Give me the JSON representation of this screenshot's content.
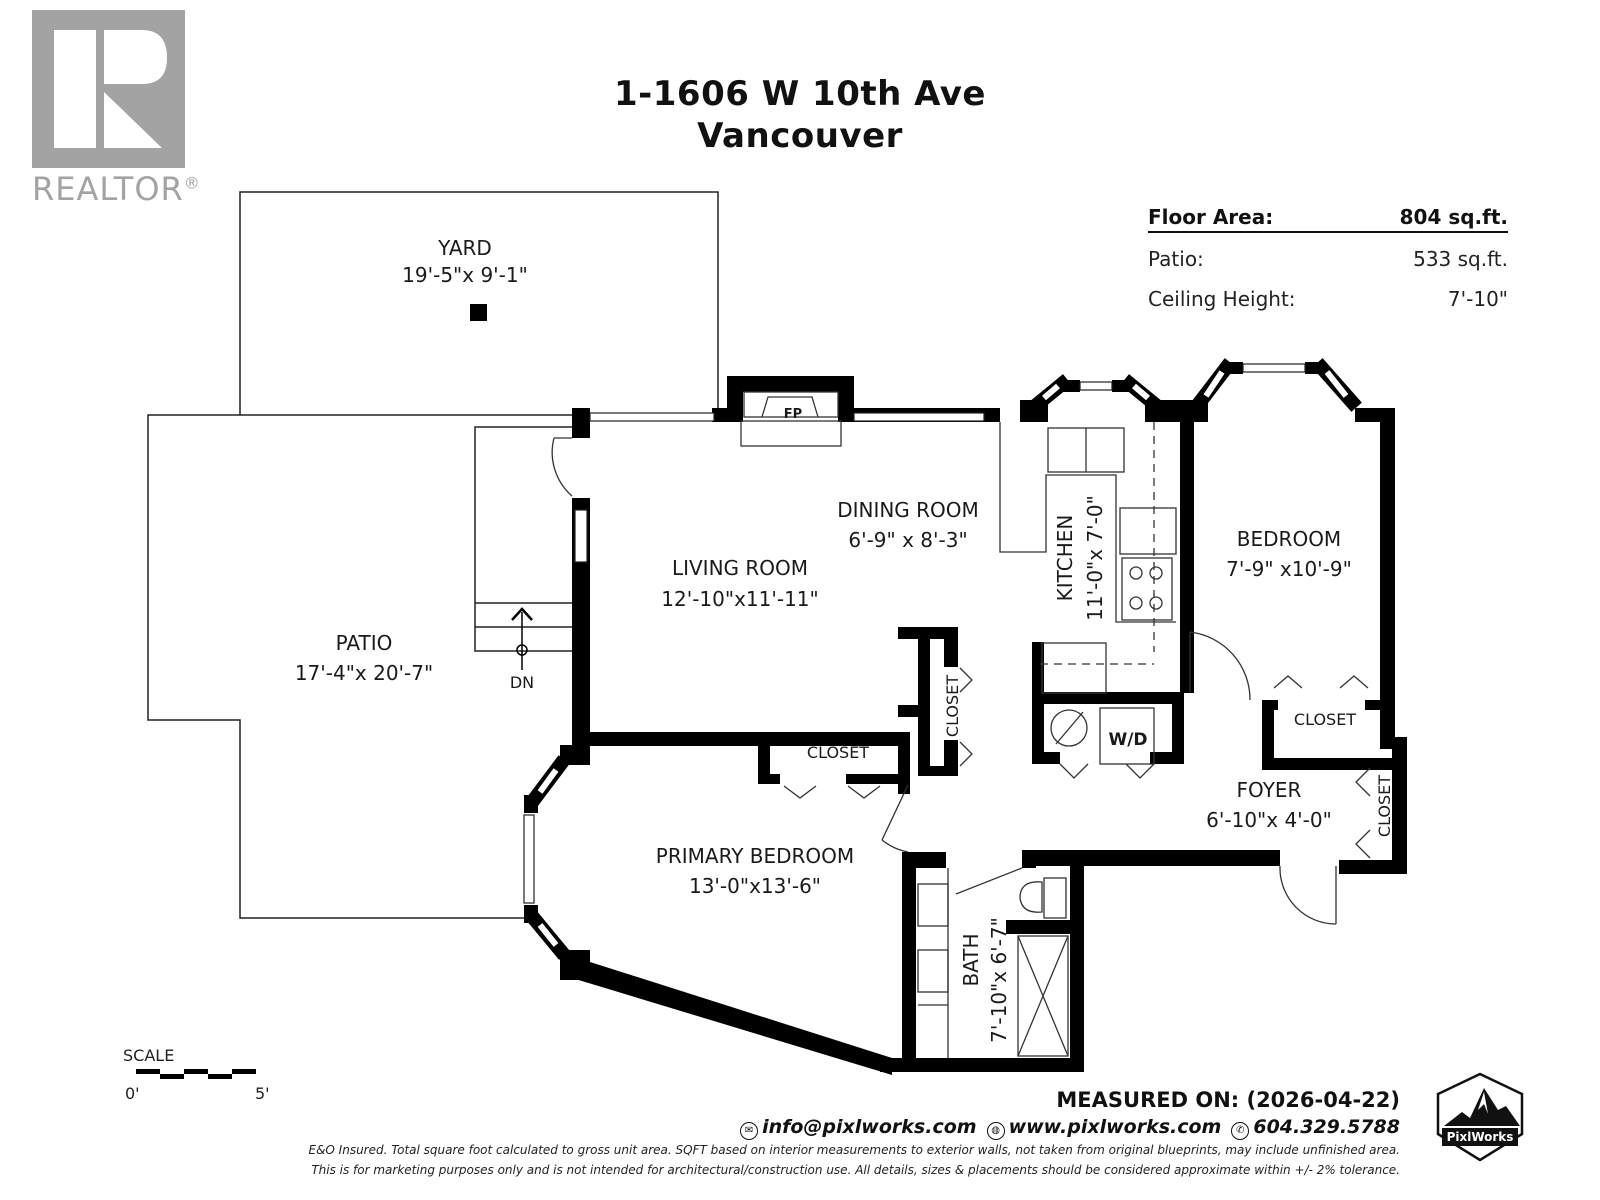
{
  "logo": {
    "text": "REALTOR",
    "mark": "®",
    "color": "#a3a3a3"
  },
  "header": {
    "address_line1": "1-1606 W 10th Ave",
    "address_line2": "Vancouver"
  },
  "stats": [
    {
      "label": "Floor Area:",
      "value": "804 sq.ft."
    },
    {
      "label": "Patio:",
      "value": "533  sq.ft."
    },
    {
      "label": "Ceiling Height:",
      "value": "7'-10\""
    }
  ],
  "rooms": {
    "yard": {
      "name": "YARD",
      "dims": "19'-5\"x 9'-1\""
    },
    "patio": {
      "name": "PATIO",
      "dims": "17'-4\"x 20'-7\""
    },
    "living_room": {
      "name": "LIVING ROOM",
      "dims": "12'-10\"x11'-11\""
    },
    "dining_room": {
      "name": "DINING ROOM",
      "dims": "6'-9\"  x  8'-3\""
    },
    "kitchen": {
      "name": "KITCHEN",
      "dims": "11'-0\"x  7'-0\""
    },
    "bedroom": {
      "name": "BEDROOM",
      "dims": "7'-9\"  x10'-9\""
    },
    "primary_bedroom": {
      "name": "PRIMARY BEDROOM",
      "dims": "13'-0\"x13'-6\""
    },
    "bath": {
      "name": "BATH",
      "dims": "7'-10\"x  6'-7\""
    },
    "foyer": {
      "name": "FOYER",
      "dims": "6'-10\"x  4'-0\""
    }
  },
  "labels": {
    "fireplace": "FP",
    "washer_dryer": "W/D",
    "stairs_down": "DN",
    "closet": "CLOSET"
  },
  "scale": {
    "label": "SCALE",
    "start": "0'",
    "end": "5'"
  },
  "footer": {
    "measured_on": "MEASURED ON: (2026-04-22)",
    "email": "info@pixlworks.com",
    "website": "www.pixlworks.com",
    "phone": "604.329.5788",
    "disclaimer_line1": "E&O Insured.  Total square foot calculated to gross unit area. SQFT based on interior measurements to exterior walls, not taken from original blueprints, may include unfinished area.",
    "disclaimer_line2": "This is for marketing purposes only and is not intended for architectural/construction use.  All details, sizes & placements should be considered approximate within +/- 2%  tolerance.",
    "badge_text": "PixlWorks"
  }
}
